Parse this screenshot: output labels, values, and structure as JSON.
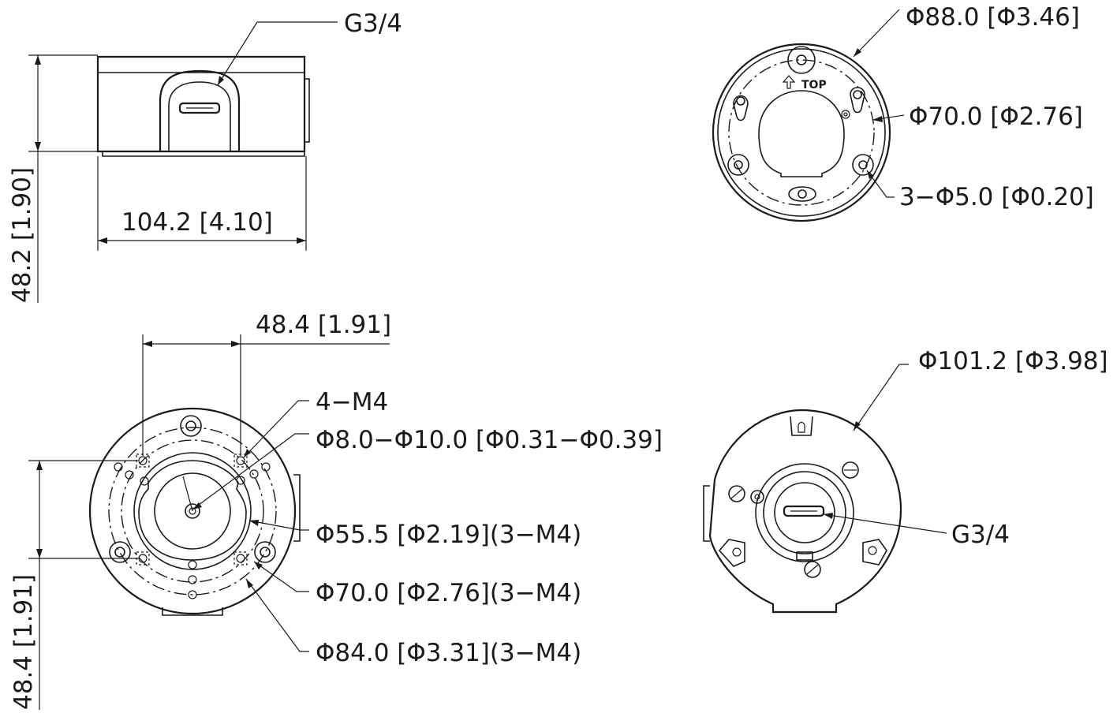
{
  "labels": {
    "g34_top": "G3/4",
    "height": "48.2 [1.90]",
    "width": "104.2 [4.10]",
    "d88": "Φ88.0 [Φ3.46]",
    "d70_top": "Φ70.0 [Φ2.76]",
    "holes": "3−Φ5.0 [Φ0.20]",
    "spacing_h": "48.4 [1.91]",
    "m4": "4−M4",
    "cable": "Φ8.0−Φ10.0 [Φ0.31−Φ0.39]",
    "d555": "Φ55.5 [Φ2.19](3−M4)",
    "d70_bot": "Φ70.0 [Φ2.76](3−M4)",
    "d84": "Φ84.0 [Φ3.31](3−M4)",
    "spacing_v": "48.4 [1.91]",
    "d1012": "Φ101.2 [Φ3.98]",
    "g34_bot": "G3/4",
    "top_mark": "TOP"
  }
}
